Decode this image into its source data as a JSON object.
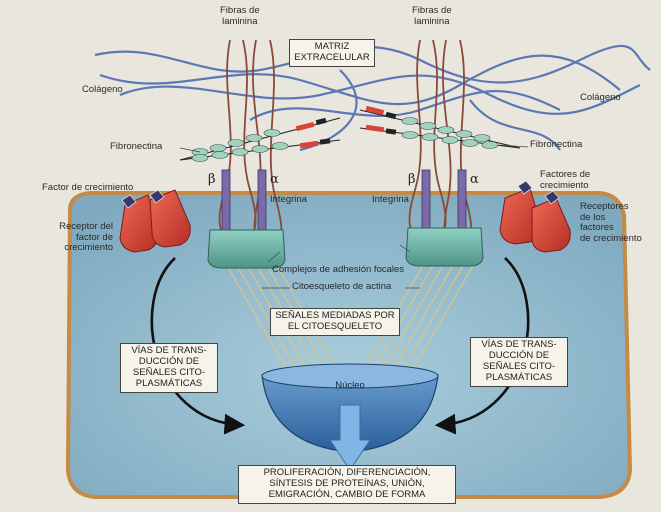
{
  "labels": {
    "laminin_left": "Fibras de\nlaminina",
    "laminin_right": "Fibras de\nlaminina",
    "matrix": "MATRIZ\nEXTRACELULAR",
    "collagen_left": "Colágeno",
    "collagen_right": "Colágeno",
    "fibronectin_left": "Fibronectina",
    "fibronectin_right": "Fibronectina",
    "growth_factor_left": "Factor de crecimiento",
    "growth_factor_right": "Factores de\ncrecimiento",
    "receptor_left": "Receptor del\nfactor de\ncrecimiento",
    "receptor_right": "Receptores\nde los\nfactores\nde crecimiento",
    "beta_left": "β",
    "alpha_left": "α",
    "beta_right": "β",
    "alpha_right": "α",
    "integrin_left": "Integrina",
    "integrin_right": "Integrina",
    "focal_adhesion": "Complejos de adhesión focales",
    "actin": "Citoesqueleto de actina",
    "cytoskeleton_signals": "SEÑALES MEDIADAS POR\nEL CITOESQUELETO",
    "pathways_left": "VÍAS DE TRANS-\nDUCCIÓN DE\nSEÑALES CITO-\nPLASMÁTICAS",
    "pathways_right": "VÍAS DE TRANS-\nDUCCIÓN DE\nSEÑALES CITO-\nPLASMÁTICAS",
    "nucleus": "Núcleo",
    "outcomes": "PROLIFERACIÓN, DIFERENCIACIÓN,\nSÍNTESIS DE PROTEÍNAS, UNIÓN,\nEMIGRACIÓN, CAMBIO DE FORMA"
  },
  "colors": {
    "background": "#e9e6de",
    "cell_fill": "#8fb8cc",
    "cell_border": "#c58a45",
    "collagen": "#5b78b5",
    "laminin": "#8a4a3a",
    "integrin": "#7a6aa8",
    "focal_adhesion": "#6fb3a6",
    "receptor": "#d9443a",
    "nucleus": "#3f75b0",
    "actin": "#d8c48a"
  }
}
